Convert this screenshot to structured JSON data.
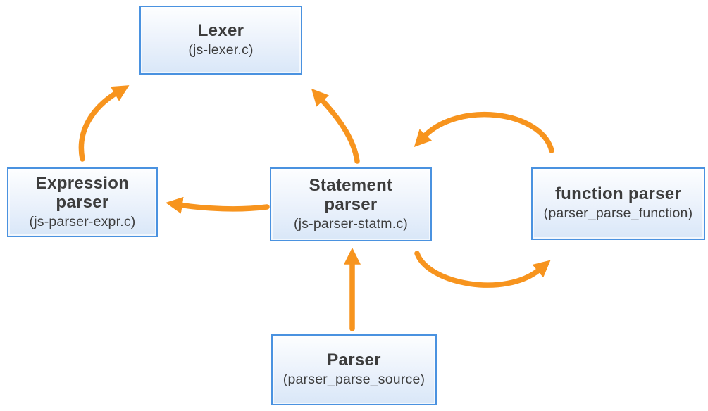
{
  "diagram": {
    "colors": {
      "arrow": "#F7941E",
      "box_border": "#4A92E0",
      "box_bg_top": "#FDFEFF",
      "box_bg_bottom": "#D9E7F8",
      "text": "#3D3D3D",
      "canvas_bg": "#FFFFFF"
    },
    "nodes": [
      {
        "id": "lexer",
        "title_lines": [
          "Lexer"
        ],
        "subtitle": "(js-lexer.c)"
      },
      {
        "id": "expression-parser",
        "title_lines": [
          "Expression",
          "parser"
        ],
        "subtitle": "(js-parser-expr.c)"
      },
      {
        "id": "statement-parser",
        "title_lines": [
          "Statement",
          "parser"
        ],
        "subtitle": "(js-parser-statm.c)"
      },
      {
        "id": "function-parser",
        "title_lines": [
          "function parser"
        ],
        "subtitle": "(parser_parse_function)"
      },
      {
        "id": "parser",
        "title_lines": [
          "Parser"
        ],
        "subtitle": "(parser_parse_source)"
      }
    ],
    "edges": [
      {
        "from": "expression-parser",
        "to": "lexer"
      },
      {
        "from": "statement-parser",
        "to": "lexer"
      },
      {
        "from": "statement-parser",
        "to": "expression-parser"
      },
      {
        "from": "function-parser",
        "to": "statement-parser"
      },
      {
        "from": "statement-parser",
        "to": "function-parser"
      },
      {
        "from": "parser",
        "to": "statement-parser"
      }
    ]
  }
}
